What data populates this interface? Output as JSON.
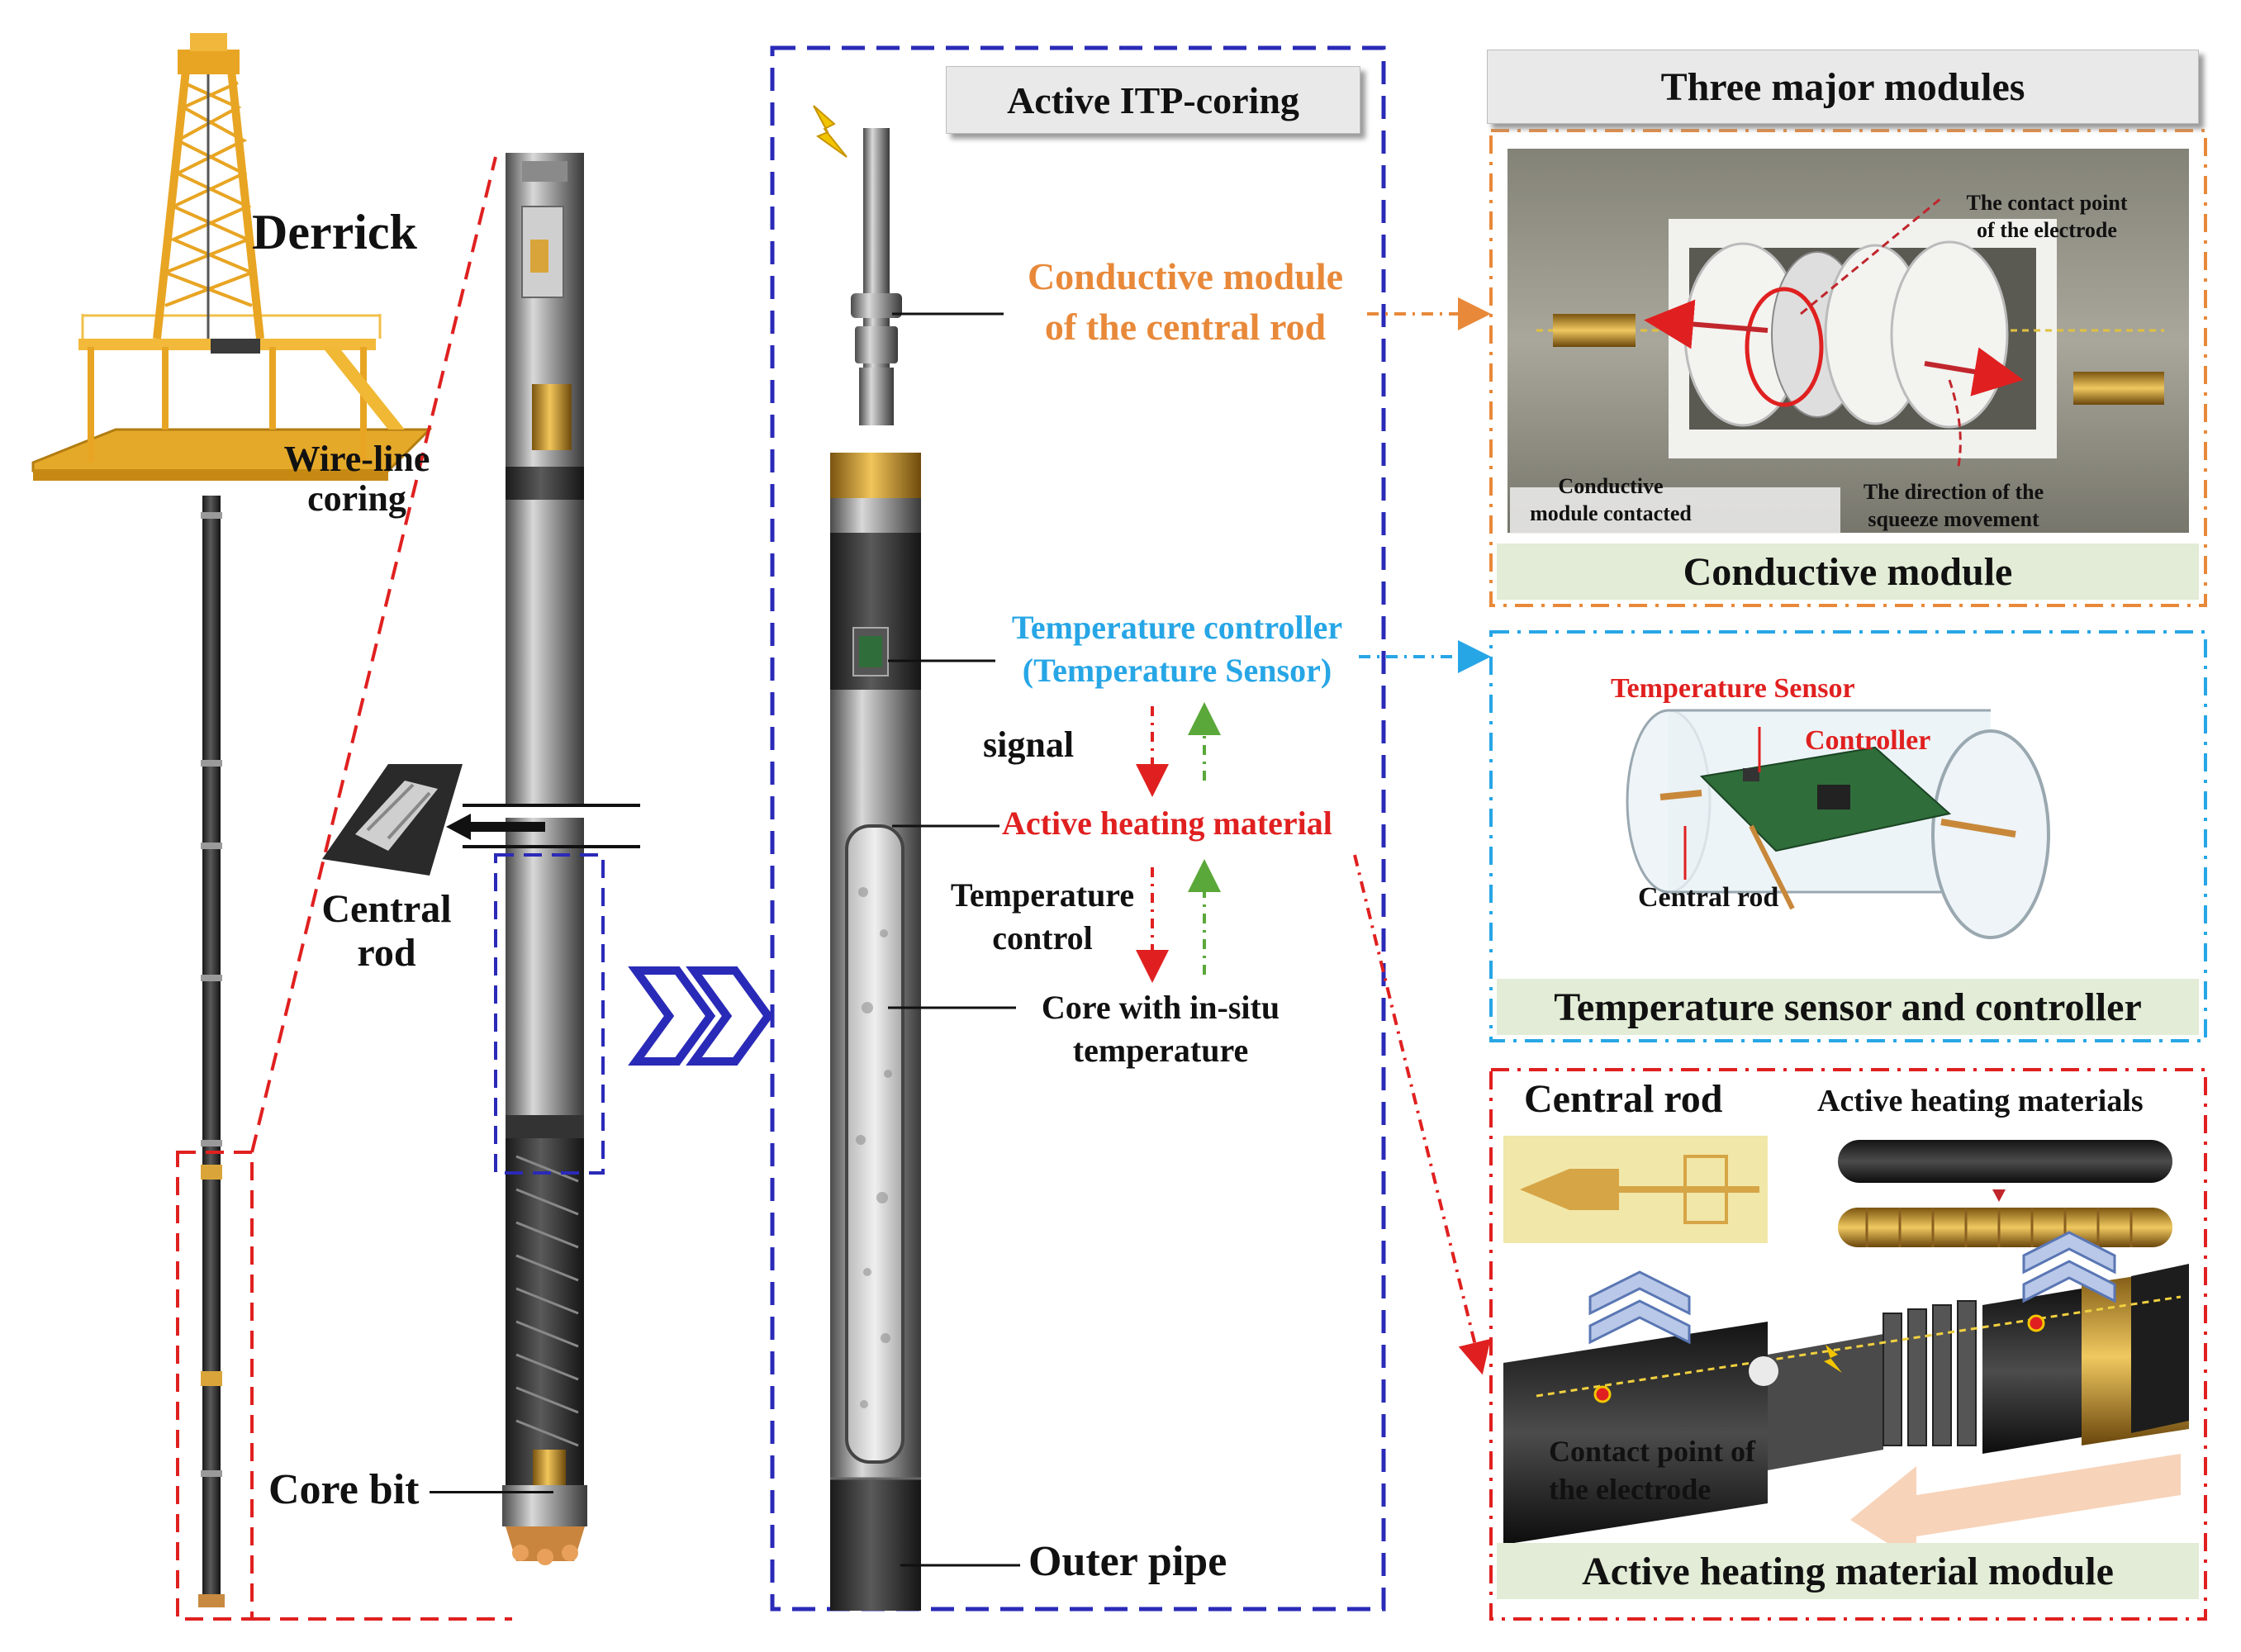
{
  "left": {
    "derrick": "Derrick",
    "wireline_1": "Wire-line",
    "wireline_2": "coring",
    "central_rod_1": "Central",
    "central_rod_2": "rod",
    "core_bit": "Core bit"
  },
  "middle": {
    "title": "Active ITP-coring",
    "conductive_1": "Conductive module",
    "conductive_2": "of the central rod",
    "temp_ctrl_1": "Temperature controller",
    "temp_ctrl_2": "(Temperature Sensor)",
    "signal": "signal",
    "active_heating": "Active heating material",
    "temp_control_1": "Temperature",
    "temp_control_2": "control",
    "core_1": "Core with in-situ",
    "core_2": "temperature",
    "outer_pipe": "Outer pipe"
  },
  "right": {
    "title": "Three major modules",
    "conductive": {
      "contact_point_1": "The contact point",
      "contact_point_2": "of the electrode",
      "contacted_1": "Conductive",
      "contacted_2": "module contacted",
      "squeeze_1": "The direction of the",
      "squeeze_2": "squeeze movement",
      "caption": "Conductive module"
    },
    "sensor": {
      "temp_sensor": "Temperature Sensor",
      "controller": "Controller",
      "central_rod": "Central rod",
      "caption": "Temperature sensor and controller"
    },
    "heating": {
      "central_rod": "Central rod",
      "materials": "Active heating materials",
      "contact_1": "Contact point of",
      "contact_2": "the electrode",
      "caption": "Active heating material module"
    }
  },
  "colors": {
    "orange": "#e8893a",
    "blue": "#2a2ab8",
    "cyan": "#27a6e6",
    "red": "#e02020",
    "green": "#5aa83a",
    "gold": "#d9a53a"
  }
}
